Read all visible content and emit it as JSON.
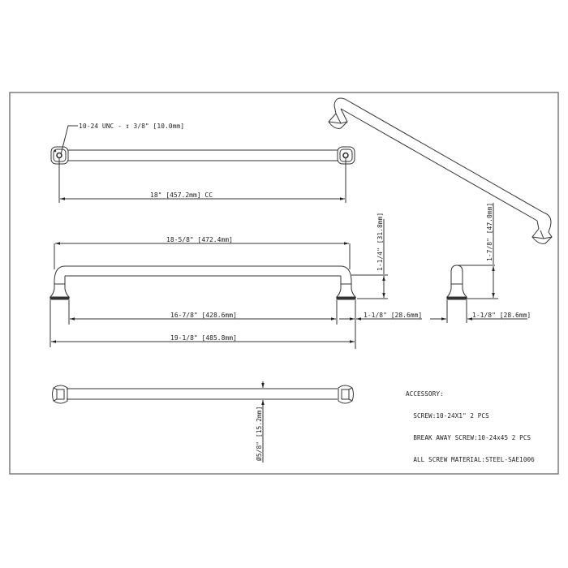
{
  "drawing": {
    "type": "cabinet pull technical drawing",
    "line_color": "#333333",
    "frame_color": "#7a7a7a",
    "views": {
      "top_view": {
        "thread_callout": "10-24 UNC - ↧ 3/8\" [10.0mm]",
        "center_to_center": "18\" [457.2mm] CC"
      },
      "front_view": {
        "overall_length_top": "18-5/8\" [472.4mm]",
        "inner_length": "16-7/8\" [428.6mm]",
        "overall_length": "19-1/8\" [485.8mm]",
        "projection_height": "1-1/4\" [31.8mm]",
        "foot_width": "1-1/8\" [28.6mm]"
      },
      "side_view": {
        "overall_height": "1-7/8\" [47.0mm]",
        "foot_width": "1-1/8\" [28.6mm]"
      },
      "bottom_view": {
        "bar_diameter": "Ø5/8\" [15.2mm]"
      },
      "isometric_view": {}
    },
    "notes": {
      "title": "ACCESSORY:",
      "lines": [
        "  SCREW:10-24X1\" 2 PCS",
        "  BREAK AWAY SCREW:10-24x45 2 PCS",
        "  ALL SCREW MATERIAL:STEEL-SAE1006"
      ]
    }
  }
}
